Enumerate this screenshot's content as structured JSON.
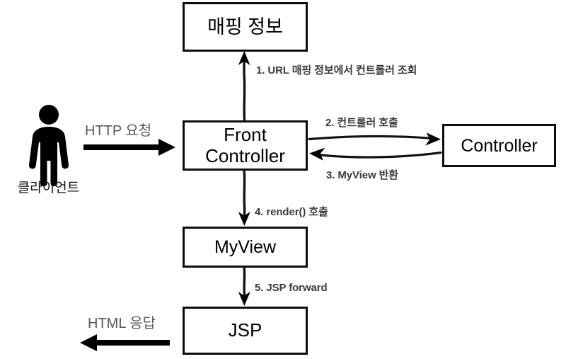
{
  "diagram": {
    "title": "Front Controller pattern flow",
    "background_color": "#ffffff",
    "line_color": "#0d0d0d",
    "step_label_color": "#3b3b3b",
    "io_label_color": "#595959",
    "actor": {
      "icon": "person-icon",
      "label": "클라이언트"
    },
    "nodes": [
      {
        "id": "mapping-info",
        "label": "매핑 정보"
      },
      {
        "id": "front-controller",
        "label": "Front\nController"
      },
      {
        "id": "controller",
        "label": "Controller"
      },
      {
        "id": "myview",
        "label": "MyView"
      },
      {
        "id": "jsp",
        "label": "JSP"
      }
    ],
    "io_labels": {
      "request": "HTTP 요청",
      "response": "HTML 응답"
    },
    "steps": [
      {
        "number": "1",
        "label": "1. URL 매핑 정보에서 컨트롤러 조회",
        "from": "front-controller",
        "to": "mapping-info",
        "direction": "up"
      },
      {
        "number": "2",
        "label": "2. 컨트롤러 호출",
        "from": "front-controller",
        "to": "controller",
        "direction": "right"
      },
      {
        "number": "3",
        "label": "3. MyView 반환",
        "from": "controller",
        "to": "front-controller",
        "direction": "left"
      },
      {
        "number": "4",
        "label": "4. render() 호출",
        "from": "front-controller",
        "to": "myview",
        "direction": "down"
      },
      {
        "number": "5",
        "label": "5. JSP forward",
        "from": "myview",
        "to": "jsp",
        "direction": "down"
      }
    ]
  }
}
